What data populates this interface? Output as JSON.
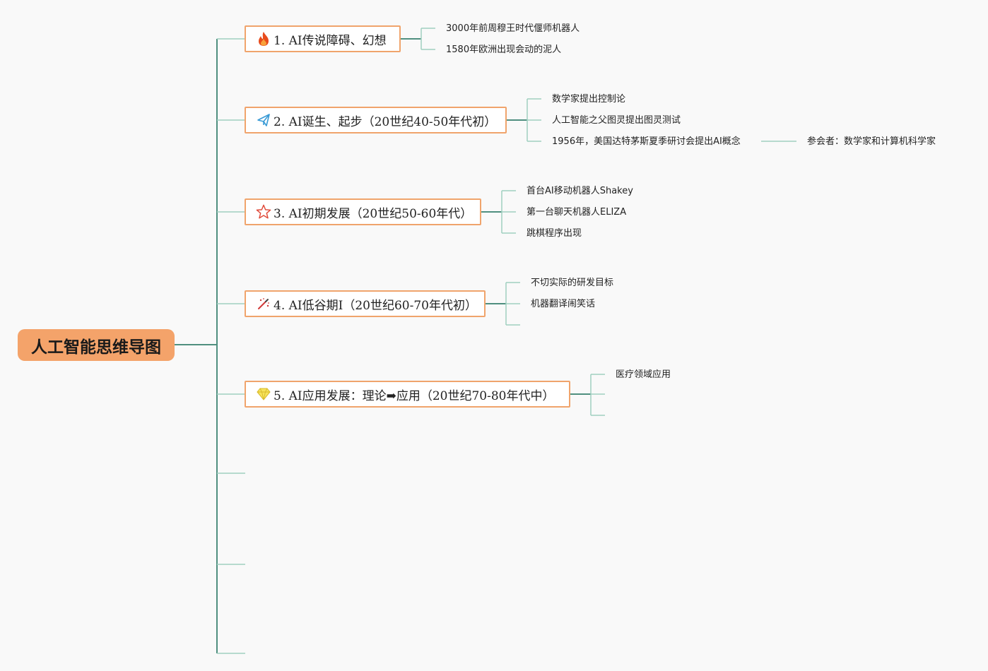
{
  "root": {
    "label": "人工智能思维导图"
  },
  "branches": [
    {
      "label": "1. AI传说障碍、幻想",
      "icon": "fire-icon",
      "children": [
        "3000年前周穆王时代偃师机器人",
        "1580年欧洲出现会动的泥人"
      ]
    },
    {
      "label": "2. AI诞生、起步（20世纪40-50年代初）",
      "icon": "paper-plane-icon",
      "children": [
        "数学家提出控制论",
        "人工智能之父图灵提出图灵测试",
        "1956年，美国达特茅斯夏季研讨会提出AI概念"
      ],
      "grandchild": "参会者：数学家和计算机科学家"
    },
    {
      "label": "3. AI初期发展（20世纪50-60年代）",
      "icon": "star-icon",
      "children": [
        "首台AI移动机器人Shakey",
        "第一台聊天机器人ELIZA",
        "跳棋程序出现"
      ]
    },
    {
      "label": "4. AI低谷期I（20世纪60-70年代初）",
      "icon": "magic-wand-icon",
      "children": [
        "不切实际的研发目标",
        "机器翻译闹笑话"
      ]
    },
    {
      "label": "5. AI应用发展：理论➡应用（20世纪70-80年代中）",
      "icon": "diamond-icon",
      "children": [
        "医疗领域应用"
      ]
    }
  ],
  "colors": {
    "root_fill": "#f4a36a",
    "branch_border": "#f0a46c",
    "connector": "#4f8f7f",
    "connector_light": "#9fcfc0"
  }
}
